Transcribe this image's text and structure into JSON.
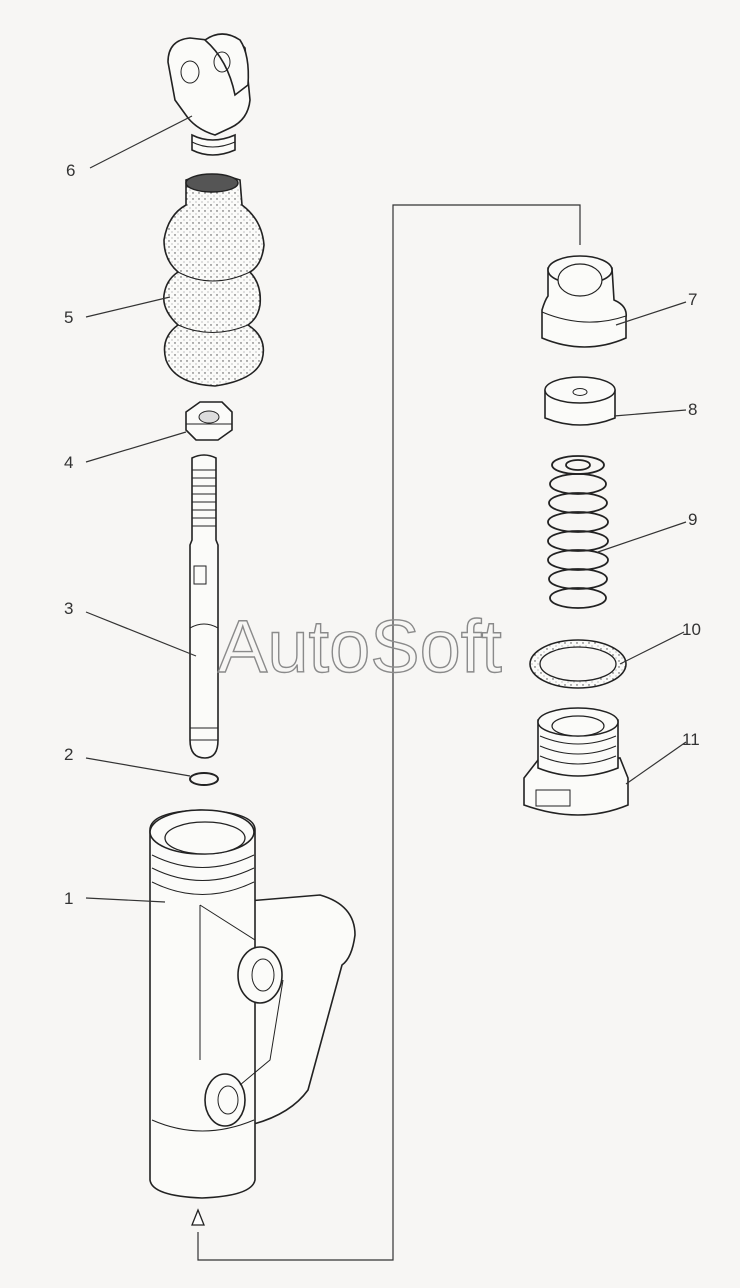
{
  "watermark": "AutoSoft",
  "callouts": [
    "1",
    "2",
    "3",
    "4",
    "5",
    "6",
    "7",
    "8",
    "9",
    "10",
    "11"
  ]
}
